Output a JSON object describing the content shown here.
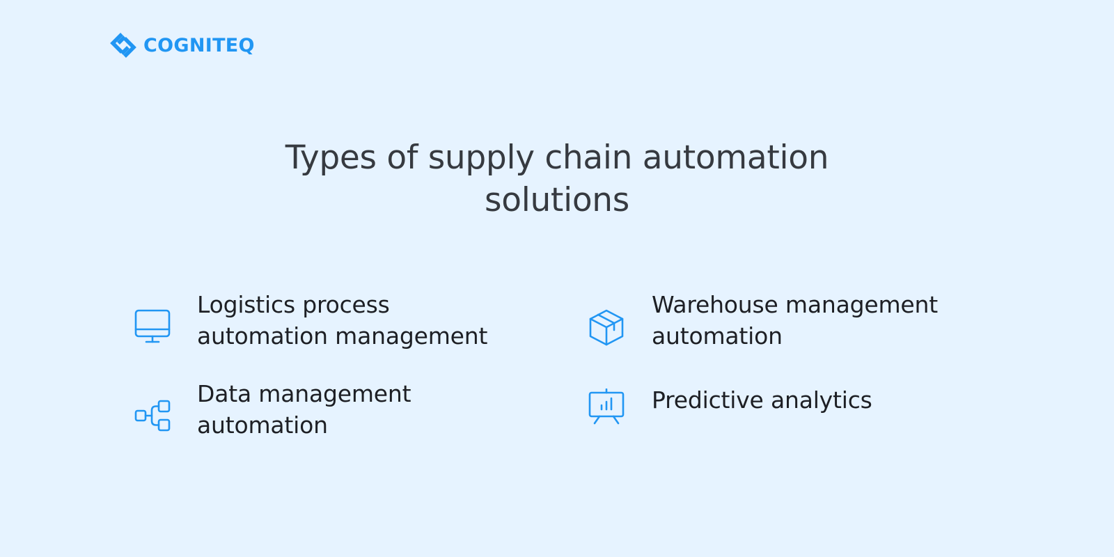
{
  "brand": {
    "name": "COGNITEQ",
    "logo_icon": "cogniteq-diamond-logo-icon",
    "color": "#2196f3"
  },
  "title": {
    "line1": "Types of supply chain automation",
    "line2": "solutions"
  },
  "colors": {
    "background": "#e6f3ff",
    "accent": "#2196f3",
    "title_text": "#363a40",
    "body_text": "#1d1f24"
  },
  "items": [
    {
      "icon": "desktop-monitor-icon",
      "line1": "Logistics process",
      "line2": "automation management"
    },
    {
      "icon": "hierarchy-tree-icon",
      "line1": "Data management",
      "line2": "automation"
    },
    {
      "icon": "package-box-icon",
      "line1": "Warehouse management",
      "line2": "automation"
    },
    {
      "icon": "presentation-chart-icon",
      "line1": "Predictive analytics",
      "line2": ""
    }
  ]
}
